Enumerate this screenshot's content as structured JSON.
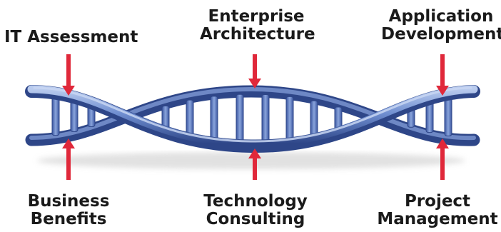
{
  "diagram": {
    "labels": {
      "it_assessment": [
        "IT Assessment"
      ],
      "enterprise_architecture": [
        "Enterprise",
        "Architecture"
      ],
      "application_development": [
        "Application",
        "Development"
      ],
      "business_benefits": [
        "Business",
        "Benefits"
      ],
      "technology_consulting": [
        "Technology",
        "Consulting"
      ],
      "project_management": [
        "Project",
        "Management"
      ]
    },
    "colors": {
      "helix_light": "#9fb6e2",
      "helix_mid": "#5f7fc4",
      "helix_dark": "#2e4688",
      "arrow": "#e0283a",
      "text": "#1a1a1a"
    }
  }
}
